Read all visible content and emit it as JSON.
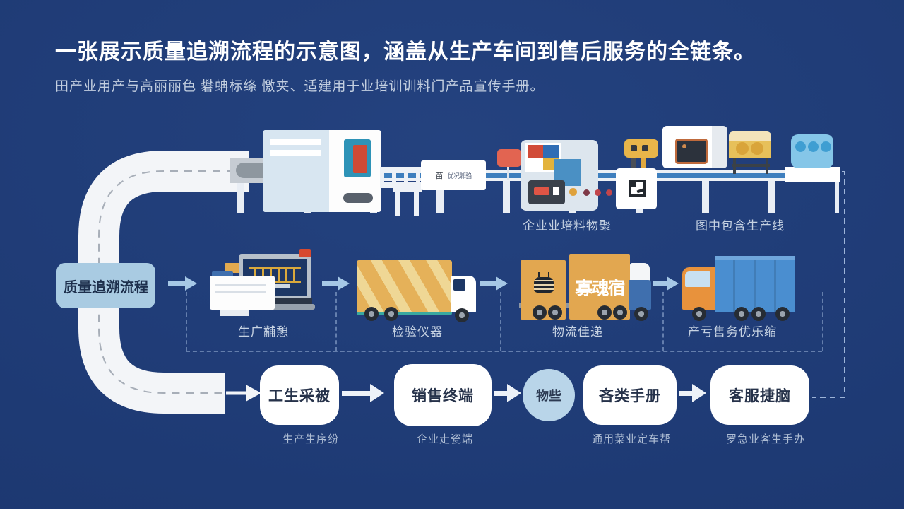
{
  "header": {
    "title": "一张展示质量追溯流程的示意图，涵盖从生产车间到售后服务的全链条。",
    "subtitle": "田产业用产与高丽丽色 礬蚺标绦 憿夹、适建用于业培训训料门产品宣传手册。"
  },
  "flow_start": {
    "label": "质量追溯流程"
  },
  "production_line": {
    "tracking_label": {
      "icon_text": "苗",
      "text": "优况鄹驺"
    },
    "caption_left": "企业业培料物聚",
    "caption_right": "图中包含生产线"
  },
  "middle_row": {
    "captions": [
      "生广黼憩",
      "检验仪器",
      "物流佳递",
      "产亏售务优乐缩"
    ],
    "truck_text": "寡魂宿"
  },
  "bottom_row": {
    "steps": [
      {
        "label": "工生采被"
      },
      {
        "label": "销售终端"
      },
      {
        "label": "物些"
      },
      {
        "label": "吝类手册"
      },
      {
        "label": "客服捷脑"
      }
    ],
    "sublabels": [
      "生产生序纷",
      "企业走瓷端",
      "通用菜业定车帮",
      "罗急业客生手办"
    ]
  },
  "colors": {
    "background": "#1e3a74",
    "road_white": "#f3f5f8",
    "flow_box_blue": "#a9cbe2",
    "arrow_blue": "#a6c8e6",
    "container_yellow": "#e2a750",
    "truck_blue": "#4a8ed0",
    "cab_orange": "#e8923c",
    "screen_teal": "#2e93b7",
    "alert_red": "#d7492f",
    "belt_stripe_blue": "#3e7fbe"
  }
}
